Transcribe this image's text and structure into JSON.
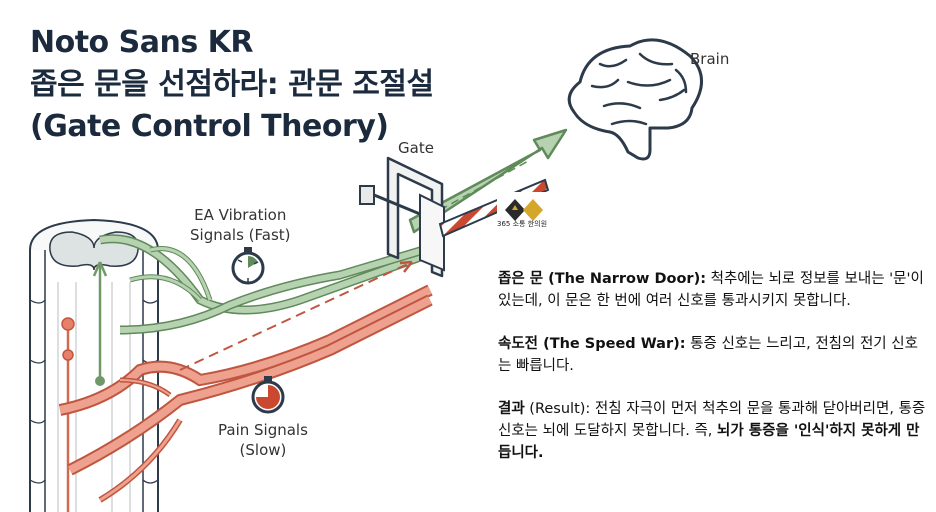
{
  "title": {
    "line1": "Noto Sans KR",
    "line2": "좁은 문을 선점하라: 관문 조절설",
    "line3": "(Gate Control Theory)"
  },
  "labels": {
    "brain": "Brain",
    "gate": "Gate",
    "ea_line1": "EA Vibration",
    "ea_line2": "Signals (Fast)",
    "pain_line1": "Pain Signals",
    "pain_line2": "(Slow)",
    "logo": "365 소통 한의원"
  },
  "panel": {
    "p1_head": "좁은 문 (The Narrow Door):",
    "p1_body": " 척추에는 뇌로 정보를 보내는 '문'이 있는데, 이 문은 한 번에 여러 신호를 통과시키지 못합니다.",
    "p2_head": "속도전 (The Speed War):",
    "p2_body": " 통증 신호는 느리고, 전침의 전기 신호는 빠릅니다.",
    "p3_head": "결과",
    "p3_body": " (Result): 전침 자극이 먼저 척추의 문을 통과해 닫아버리면, 통증 신호는 뇌에 도달하지 못합니다. 즉, ",
    "p3_tail": "뇌가 통증을 '인식'하지 못하게 만듭니다."
  },
  "colors": {
    "fast_signal": "#9fc39a",
    "fast_stroke": "#5f8a5a",
    "slow_signal": "#e8826a",
    "slow_stroke": "#c0563f",
    "ink": "#2c3a4a",
    "title": "#1b2a3c"
  }
}
